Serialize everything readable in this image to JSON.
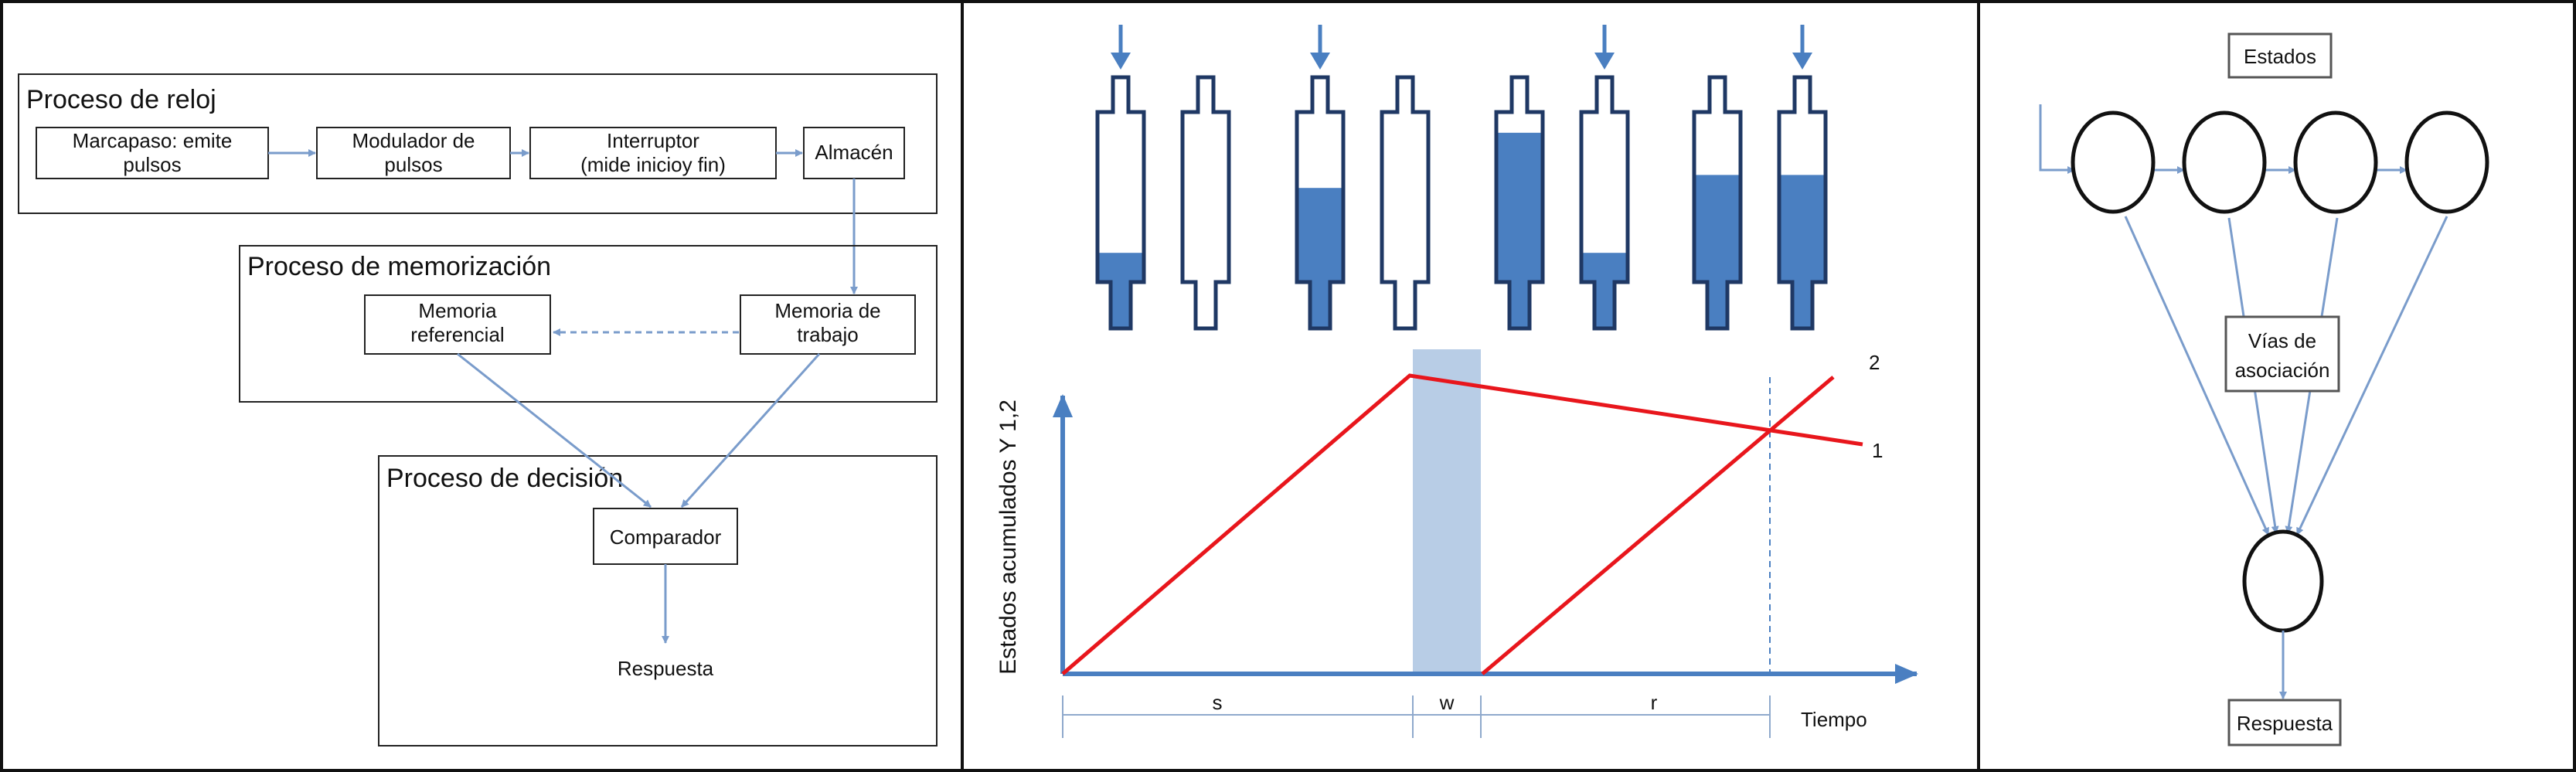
{
  "panel_a": {
    "clock_title": "Proceso de reloj",
    "pacemaker": [
      "Marcapaso: emite",
      "pulsos"
    ],
    "modulator": [
      "Modulador de",
      "pulsos"
    ],
    "switch": [
      "Interruptor",
      "(mide inicioy fin)"
    ],
    "accumulator": "Almacén",
    "memory_title": "Proceso de memorización",
    "reference_memory": [
      "Memoria",
      "referencial"
    ],
    "working_memory": [
      "Memoria de",
      "trabajo"
    ],
    "decision_title": "Proceso de decisión",
    "comparator": "Comparador",
    "response": "Respuesta"
  },
  "panel_b": {
    "y_axis_label": "Estados acumulados Y 1,2",
    "x_axis_label": "Tiempo",
    "segments": [
      "s",
      "w",
      "r"
    ],
    "line_labels": [
      "2",
      "1"
    ],
    "line_color": "#e8161c",
    "axis_color": "#4a7fc1",
    "fill_color": "#4a7fc1",
    "band_color": "#b8cde6",
    "containers": [
      {
        "pair": 1,
        "fill_left": 0.18,
        "fill_right": 0.0,
        "arrow": "left"
      },
      {
        "pair": 2,
        "fill_left": 0.58,
        "fill_right": 0.0,
        "arrow": "left"
      },
      {
        "pair": 3,
        "fill_left": 0.92,
        "fill_right": 0.18,
        "arrow": "right"
      },
      {
        "pair": 4,
        "fill_left": 0.66,
        "fill_right": 0.66,
        "arrow": "right"
      }
    ]
  },
  "panel_c": {
    "states_label": "Estados",
    "pathways_label": [
      "Vías de",
      "asociación"
    ],
    "response": "Respuesta"
  }
}
